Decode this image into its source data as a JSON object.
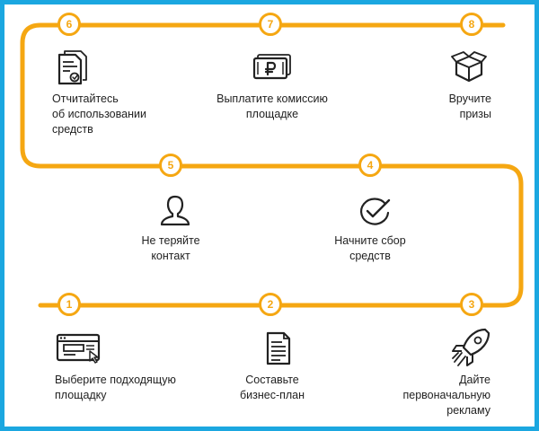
{
  "colors": {
    "accent": "#f5a712",
    "frame": "#1ba7e0",
    "ink": "#222222"
  },
  "steps": [
    {
      "number": "1",
      "icon": "browser-window-icon",
      "label": "Выберите подходящую\nплощадку"
    },
    {
      "number": "2",
      "icon": "document-icon",
      "label": "Составьте\nбизнес-план"
    },
    {
      "number": "3",
      "icon": "rocket-icon",
      "label": "Дайте\nпервоначальную\nрекламу"
    },
    {
      "number": "4",
      "icon": "checkmark-circle-icon",
      "label": "Начните сбор\nсредств"
    },
    {
      "number": "5",
      "icon": "person-icon",
      "label": "Не теряйте\nконтакт"
    },
    {
      "number": "6",
      "icon": "report-document-icon",
      "label": "Отчитайтесь\nоб использовании\nсредств"
    },
    {
      "number": "7",
      "icon": "ruble-banknotes-icon",
      "label": "Выплатите комиссию\nплощадке"
    },
    {
      "number": "8",
      "icon": "gift-box-icon",
      "label": "Вручите\nпризы"
    }
  ]
}
